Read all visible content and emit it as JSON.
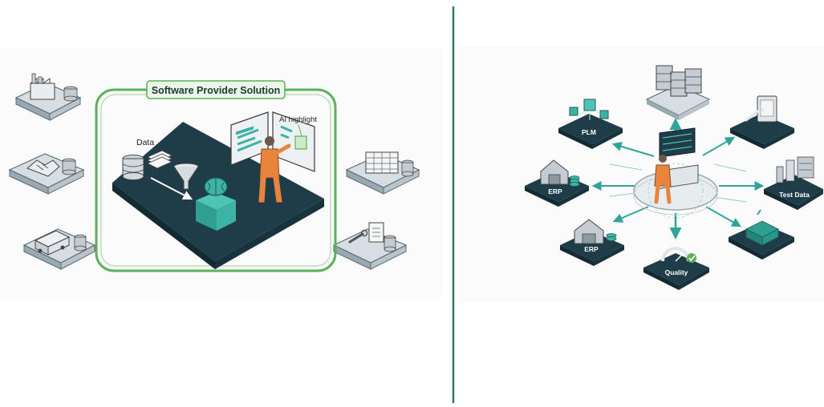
{
  "left_panel": {
    "frame_label": "Software Provider Solution",
    "data_label": "Data",
    "ai_label": "AI highlight"
  },
  "right_panel": {
    "nodes": {
      "plm": "PLM",
      "erp_top": "ERP",
      "erp_bottom": "ERP",
      "test_data": "Test Data",
      "quality": "Quality"
    }
  },
  "colors": {
    "platform_dark": "#1f3d48",
    "accent_green": "#5db05a",
    "teal": "#2fa59a",
    "worker_orange": "#e8843c",
    "divider": "#2e7d5b"
  }
}
